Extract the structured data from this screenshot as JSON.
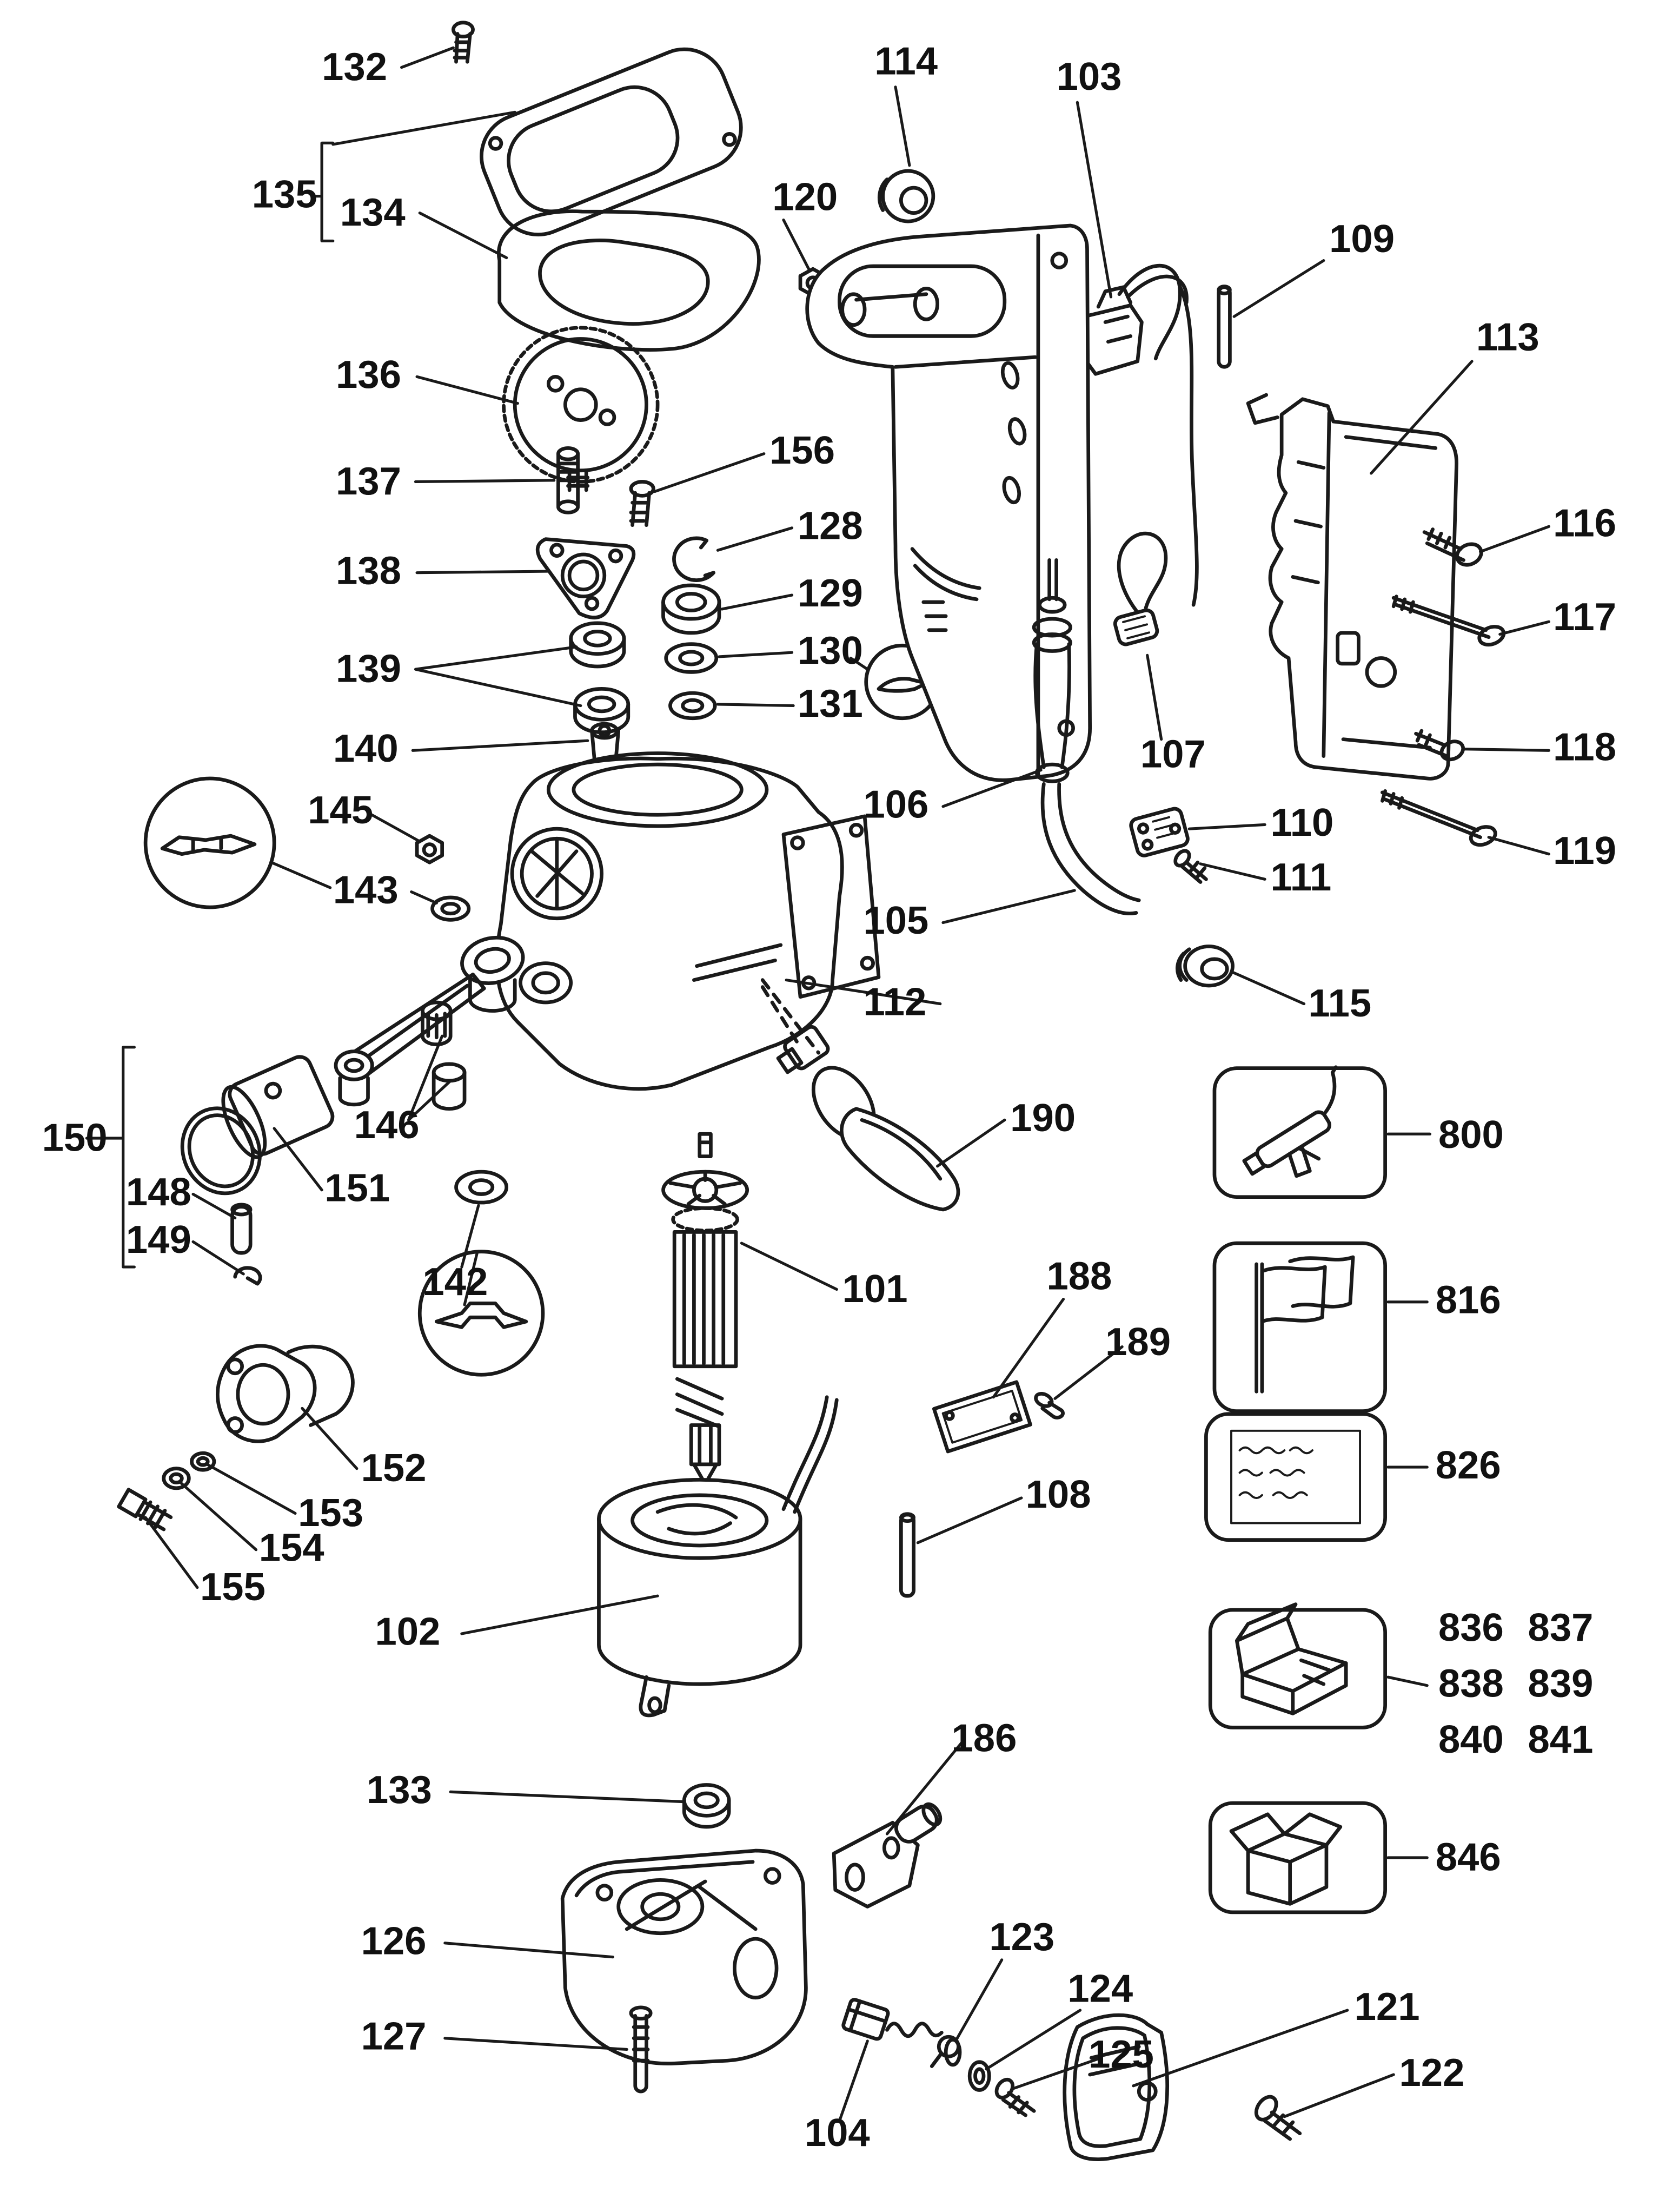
{
  "diagram": {
    "kind": "exploded-parts-diagram",
    "subject": "demolition hammer power tool - exploded service parts view",
    "background_color": "#ffffff",
    "line_color": "#1a1a1a",
    "part_labels": {
      "p101": "101",
      "p102": "102",
      "p103": "103",
      "p104": "104",
      "p105": "105",
      "p106": "106",
      "p107": "107",
      "p108": "108",
      "p109": "109",
      "p110": "110",
      "p111": "111",
      "p112": "112",
      "p113": "113",
      "p114": "114",
      "p115": "115",
      "p116": "116",
      "p117": "117",
      "p118": "118",
      "p119": "119",
      "p120": "120",
      "p121": "121",
      "p122": "122",
      "p123": "123",
      "p124": "124",
      "p125": "125",
      "p126": "126",
      "p127": "127",
      "p128": "128",
      "p129": "129",
      "p130": "130",
      "p131": "131",
      "p132": "132",
      "p133": "133",
      "p134": "134",
      "p135": "135",
      "p136": "136",
      "p137": "137",
      "p138": "138",
      "p139": "139",
      "p140": "140",
      "p142": "142",
      "p143": "143",
      "p145": "145",
      "p146": "146",
      "p148": "148",
      "p149": "149",
      "p150": "150",
      "p151": "151",
      "p152": "152",
      "p153": "153",
      "p154": "154",
      "p155": "155",
      "p156": "156",
      "p186": "186",
      "p188": "188",
      "p189": "189",
      "p190": "190",
      "p800": "800",
      "p816": "816",
      "p826": "826",
      "p836": "836",
      "p837": "837",
      "p838": "838",
      "p839": "839",
      "p840": "840",
      "p841": "841",
      "p846": "846"
    },
    "accessory_boxes": [
      {
        "number": "800",
        "icon": "grease-gun-icon"
      },
      {
        "number": "816",
        "icon": "flag-icon"
      },
      {
        "number": "826",
        "icon": "instruction-label-icon"
      },
      {
        "number": "836-841",
        "icon": "service-kit-box-icon"
      },
      {
        "number": "846",
        "icon": "packing-carton-icon"
      }
    ]
  }
}
